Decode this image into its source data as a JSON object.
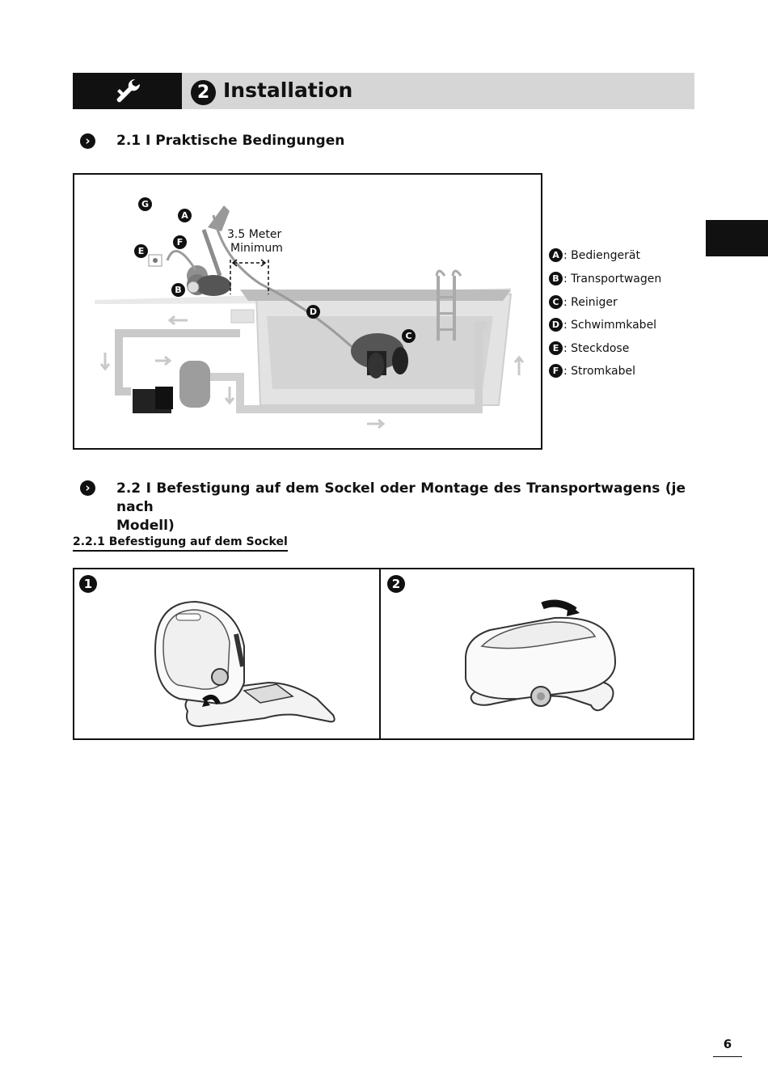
{
  "header": {
    "section_number": "2",
    "title": "Installation",
    "icon": "wrench-icon"
  },
  "section_2_1": {
    "title": "2.1 I  Praktische Bedingungen"
  },
  "diagram": {
    "distance_label_line1": "3.5 Meter",
    "distance_label_line2": "Minimum",
    "markers": [
      "G",
      "A",
      "F",
      "E",
      "B",
      "D",
      "C"
    ]
  },
  "legend": [
    {
      "letter": "A",
      "label": ": Bediengerät"
    },
    {
      "letter": "B",
      "label": ": Transportwagen"
    },
    {
      "letter": "C",
      "label": ": Reiniger"
    },
    {
      "letter": "D",
      "label": ": Schwimmkabel"
    },
    {
      "letter": "E",
      "label": ": Steckdose"
    },
    {
      "letter": "F",
      "label": ": Stromkabel"
    }
  ],
  "section_2_2": {
    "title_line1": "2.2 I  Befestigung auf dem Sockel oder Montage des Transportwagens (je nach",
    "title_line2": "Modell)"
  },
  "subsection_2_2_1": {
    "title": "2.2.1 Befestigung auf dem Sockel"
  },
  "steps": [
    {
      "number": "1"
    },
    {
      "number": "2"
    }
  ],
  "page_number": "6"
}
